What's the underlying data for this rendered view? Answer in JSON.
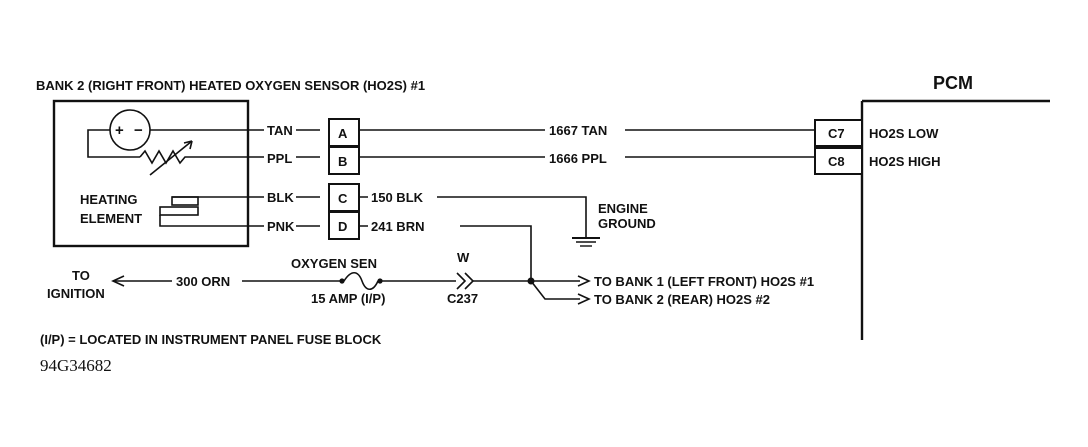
{
  "sensor": {
    "title": "BANK 2 (RIGHT FRONT) HEATED OXYGEN SENSOR (HO2S) #1",
    "heating_element_line1": "HEATING",
    "heating_element_line2": "ELEMENT"
  },
  "pcm": {
    "title": "PCM",
    "pins": [
      {
        "pin": "C7",
        "label": "HO2S LOW"
      },
      {
        "pin": "C8",
        "label": "HO2S HIGH"
      }
    ]
  },
  "connector": {
    "terminals": [
      {
        "pin": "A",
        "sensor_wire": "TAN",
        "circuit": "1667 TAN"
      },
      {
        "pin": "B",
        "sensor_wire": "PPL",
        "circuit": "1666 PPL"
      },
      {
        "pin": "C",
        "sensor_wire": "BLK",
        "circuit": "150 BLK"
      },
      {
        "pin": "D",
        "sensor_wire": "PNK",
        "circuit": "241 BRN"
      }
    ]
  },
  "ground": {
    "line1": "ENGINE",
    "line2": "GROUND"
  },
  "ignition": {
    "line1": "TO",
    "line2": "IGNITION",
    "circuit": "300 ORN"
  },
  "fuse": {
    "name": "OXYGEN SEN",
    "rating": "15 AMP (I/P)"
  },
  "splice_connector": {
    "letter": "W",
    "name": "C237"
  },
  "destinations": [
    "TO BANK 1 (LEFT FRONT) HO2S #1",
    "TO BANK 2 (REAR) HO2S #2"
  ],
  "note": "(I/P) = LOCATED IN INSTRUMENT PANEL FUSE BLOCK",
  "figure_id": "94G34682"
}
